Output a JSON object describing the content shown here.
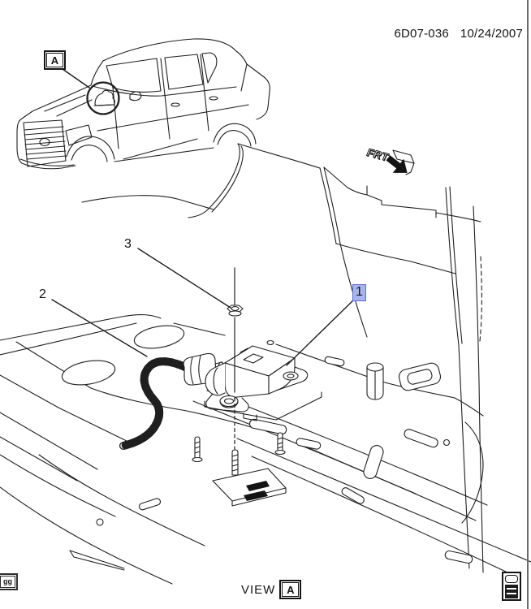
{
  "document": {
    "code": "6D07-036",
    "date": "10/24/2007"
  },
  "location_inset": {
    "label": "A",
    "subject": "sedan-body-silhouette-with-detail-circle"
  },
  "direction_arrow": {
    "label": "FRT"
  },
  "callouts": [
    {
      "number": "1",
      "highlighted": true
    },
    {
      "number": "2",
      "highlighted": false
    },
    {
      "number": "3",
      "highlighted": false
    }
  ],
  "view_caption": {
    "prefix": "VIEW",
    "label": "A"
  },
  "corner_marks": {
    "bottom_left_text": "gg",
    "bottom_right_icon": "stamp-icon"
  },
  "colors": {
    "line": "#1f1f1f",
    "background": "#ffffff",
    "highlight_bg": "#a9b4e8",
    "highlight_border": "#5f6fc8",
    "page_border": "#6b6b6b"
  }
}
